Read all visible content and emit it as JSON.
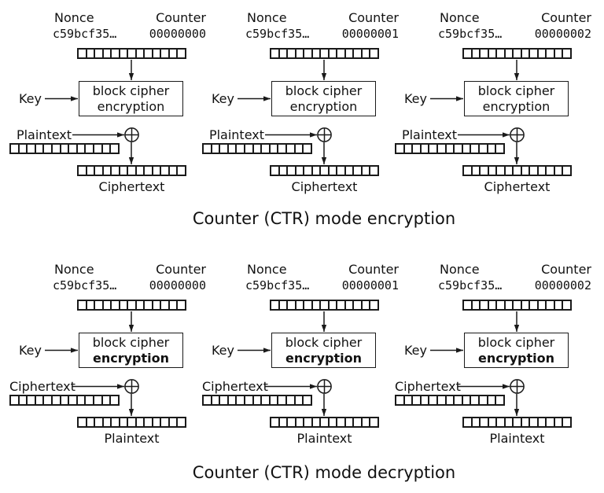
{
  "colors": {
    "stroke": "#1a1a1a",
    "background": "#ffffff",
    "text": "#111111"
  },
  "bits_per_block": 13,
  "sections": [
    {
      "id": "encryption",
      "title": "Counter (CTR) mode encryption",
      "key_label": "Key",
      "box_line1": "block cipher",
      "box_line2": "encryption",
      "box_line2_bold": false,
      "input_label": "Plaintext",
      "output_label": "Ciphertext",
      "units": [
        {
          "nonce_label": "Nonce",
          "nonce_value": "c59bcf35…",
          "counter_label": "Counter",
          "counter_value": "00000000"
        },
        {
          "nonce_label": "Nonce",
          "nonce_value": "c59bcf35…",
          "counter_label": "Counter",
          "counter_value": "00000001"
        },
        {
          "nonce_label": "Nonce",
          "nonce_value": "c59bcf35…",
          "counter_label": "Counter",
          "counter_value": "00000002"
        }
      ]
    },
    {
      "id": "decryption",
      "title": "Counter (CTR) mode decryption",
      "key_label": "Key",
      "box_line1": "block cipher",
      "box_line2": "encryption",
      "box_line2_bold": true,
      "input_label": "Ciphertext",
      "output_label": "Plaintext",
      "units": [
        {
          "nonce_label": "Nonce",
          "nonce_value": "c59bcf35…",
          "counter_label": "Counter",
          "counter_value": "00000000"
        },
        {
          "nonce_label": "Nonce",
          "nonce_value": "c59bcf35…",
          "counter_label": "Counter",
          "counter_value": "00000001"
        },
        {
          "nonce_label": "Nonce",
          "nonce_value": "c59bcf35…",
          "counter_label": "Counter",
          "counter_value": "00000002"
        }
      ]
    }
  ]
}
